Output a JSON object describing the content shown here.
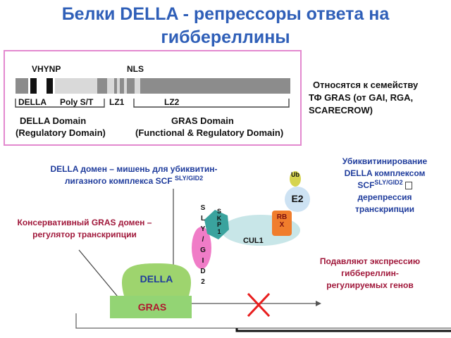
{
  "title": {
    "line1": "Белки DELLA - репрессоры ответа на",
    "line2": "гиббереллины"
  },
  "domain_figure": {
    "motif_vhynp": "VHYNP",
    "motif_nls": "NLS",
    "label_della": "DELLA",
    "label_polyst": "Poly S/T",
    "label_lz1": "LZ1",
    "label_lz2": "LZ2",
    "della_domain": "DELLA Domain",
    "della_domain_sub": "(Regulatory Domain)",
    "gras_domain": "GRAS Domain",
    "gras_domain_sub": "(Functional & Regulatory Domain)"
  },
  "family_note": {
    "line1": "Относятся к семейству",
    "line2": "ТФ GRAS (от GAI, RGA,",
    "line3": "SCARECROW)"
  },
  "della_target_note": {
    "line1": "DELLA домен – мишень для убиквитин-",
    "line2": "лигазного комплекса SCF",
    "line2_sup": "SLY/GID2"
  },
  "ubiquitination_note": {
    "line1": "Убиквитинирование",
    "line2": "DELLA комплексом",
    "line3_main": "SCF",
    "line3_sup": "SLY/GID2",
    "line4": "дерепрессия",
    "line5": "транскрипции"
  },
  "gras_note": {
    "line1": "Консервативный GRAS домен –",
    "line2": "регулятор транскрипции"
  },
  "suppress_note": {
    "line1": "Подавляют экспрессию",
    "line2": "гиббереллин-",
    "line3": "регулируемых генов"
  },
  "complex": {
    "ub": "Ub",
    "e2": "E2",
    "rbx": "RB\nX",
    "skp": "S\nK\nP\n1",
    "sly": "S\nL\nY\n/\nG\nI\nD\n2",
    "cul1": "CUL1"
  },
  "protein": {
    "della": "DELLA",
    "gras": "GRAS"
  },
  "colors": {
    "title": "#2f5fb8",
    "della_green": "#9ed46e",
    "gras_green": "#93d474",
    "sly_pink": "#f07cc7",
    "skp_teal": "#3aa39e",
    "cul1": "#c8e6e8",
    "e2": "#cde2f3",
    "rbx": "#f07d2c",
    "ub": "#d6d44f",
    "x_mark": "#e81e1e",
    "frame": "#e389cf"
  }
}
